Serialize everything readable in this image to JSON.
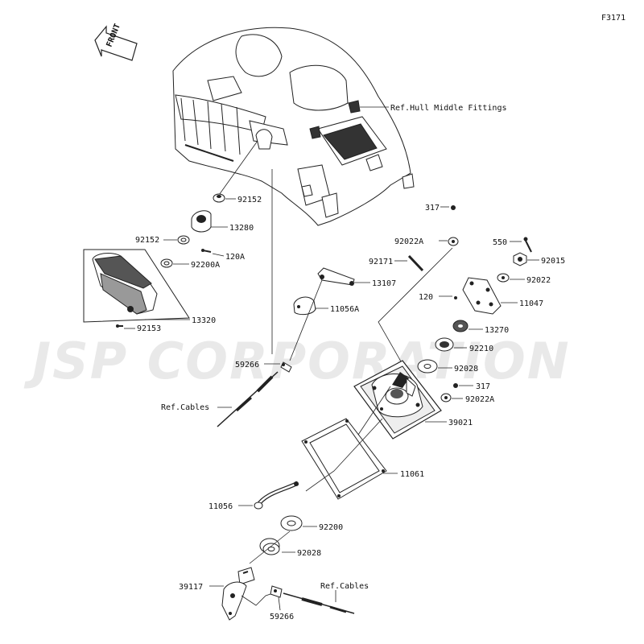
{
  "figure_id": "F3171",
  "watermark": "JSP CORPORATION",
  "front_arrow": "FRONT",
  "callouts": {
    "ref_hull": "Ref.Hull Middle Fittings",
    "p92152_a": "92152",
    "p13280": "13280",
    "p92152_b": "92152",
    "p120A": "120A",
    "p92200A": "92200A",
    "p13320": "13320",
    "p92153": "92153",
    "p13107": "13107",
    "p11056A": "11056A",
    "p59266_a": "59266",
    "ref_cables_a": "Ref.Cables",
    "p317_a": "317",
    "p92022A_a": "92022A",
    "p92171": "92171",
    "p550": "550",
    "p92015": "92015",
    "p92022": "92022",
    "p120": "120",
    "p11047": "11047",
    "p13270": "13270",
    "p92210": "92210",
    "p92028_a": "92028",
    "p317_b": "317",
    "p92022A_b": "92022A",
    "p39021": "39021",
    "p11061": "11061",
    "p11056": "11056",
    "p92200": "92200",
    "p92028_b": "92028",
    "p39117": "39117",
    "p59266_b": "59266",
    "ref_cables_b": "Ref.Cables"
  },
  "colors": {
    "ink": "#222222",
    "fill": "#ffffff",
    "shade": "#555555",
    "dark": "#1a1a1a",
    "watermark": "#e9e9e9"
  }
}
